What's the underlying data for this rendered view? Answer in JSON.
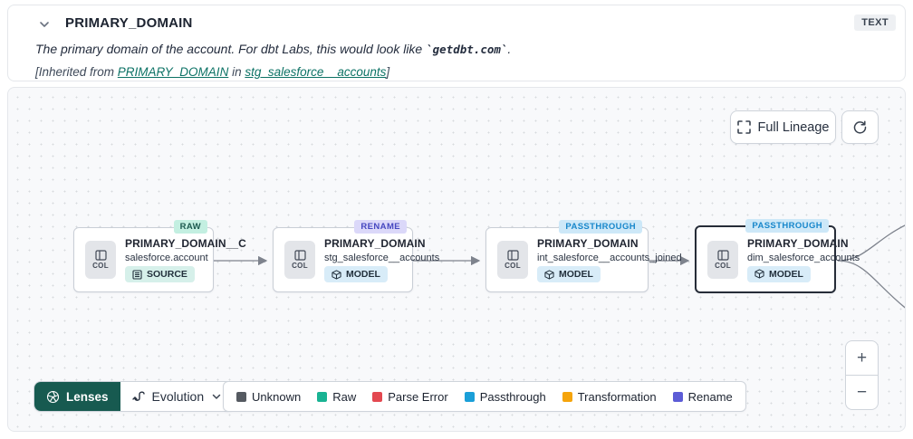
{
  "header": {
    "title": "PRIMARY_DOMAIN",
    "type_badge": "TEXT",
    "description_prefix": "The primary domain of the account. For dbt Labs, this would look like ",
    "description_code": "`getdbt.com`",
    "description_suffix": ".",
    "inherited_prefix": "[Inherited from ",
    "inherited_link_column": "PRIMARY_DOMAIN",
    "inherited_middle": " in ",
    "inherited_link_model": "stg_salesforce__accounts",
    "inherited_suffix": "]"
  },
  "toolbar": {
    "full_lineage_label": "Full Lineage"
  },
  "nodes": [
    {
      "badge": "RAW",
      "title": "PRIMARY_DOMAIN__C",
      "subtitle": "salesforce.account",
      "type": "SOURCE",
      "col_label": "COL"
    },
    {
      "badge": "RENAME",
      "title": "PRIMARY_DOMAIN",
      "subtitle": "stg_salesforce__accounts",
      "type": "MODEL",
      "col_label": "COL"
    },
    {
      "badge": "PASSTHROUGH",
      "title": "PRIMARY_DOMAIN",
      "subtitle": "int_salesforce__accounts_joined",
      "type": "MODEL",
      "col_label": "COL"
    },
    {
      "badge": "PASSTHROUGH",
      "title": "PRIMARY_DOMAIN",
      "subtitle": "dim_salesforce_accounts",
      "type": "MODEL",
      "col_label": "COL"
    }
  ],
  "lenses": {
    "label": "Lenses",
    "selected_lens": "Evolution"
  },
  "legend": [
    {
      "label": "Unknown",
      "color": "#555a61"
    },
    {
      "label": "Raw",
      "color": "#19b393"
    },
    {
      "label": "Parse Error",
      "color": "#e34850"
    },
    {
      "label": "Passthrough",
      "color": "#1a9fd8"
    },
    {
      "label": "Transformation",
      "color": "#f5a40b"
    },
    {
      "label": "Rename",
      "color": "#5c5cd6"
    }
  ],
  "zoom_controls": {
    "zoom_in": "+",
    "zoom_out": "−"
  },
  "colors": {
    "edge": "#7e838d",
    "lenses_button": "#175a50",
    "link": "#0c7265"
  }
}
